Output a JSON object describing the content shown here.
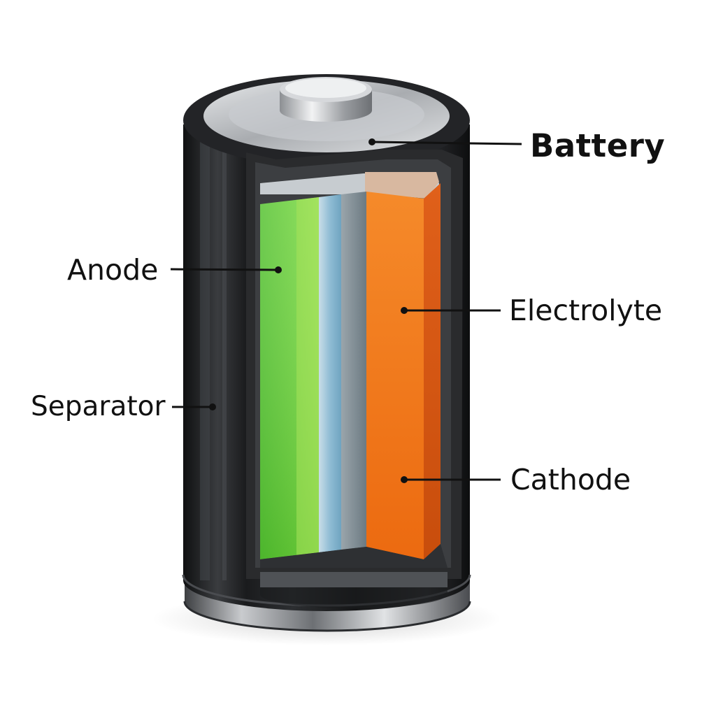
{
  "labels": {
    "battery": "Battery",
    "anode": "Anode",
    "electrolyte": "Electrolyte",
    "separator": "Separator",
    "cathode": "Cathode"
  },
  "colors": {
    "casing": "#1c1d1f",
    "anode": "#5cc838",
    "separator": "#8ab8d0",
    "cathode": "#f07a1a",
    "cap": "#b9bcbf",
    "leader_line": "#111111"
  }
}
